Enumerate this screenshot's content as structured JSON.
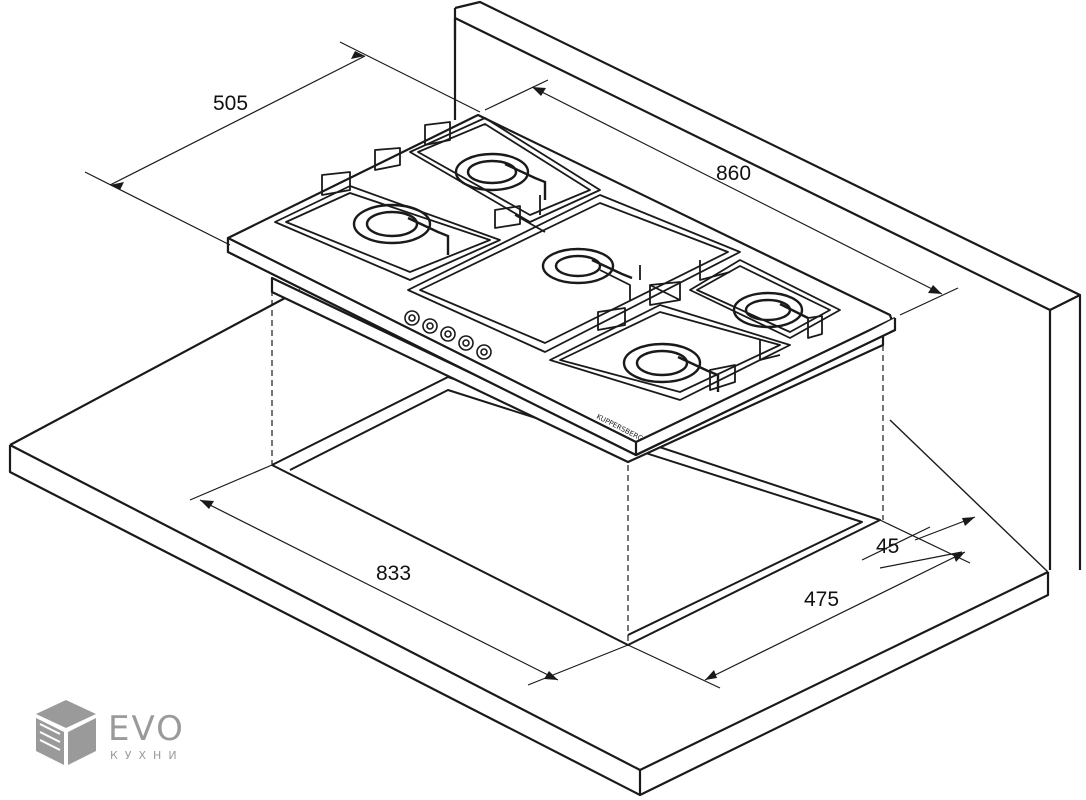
{
  "dimensions": {
    "depth": "505",
    "width": "860",
    "cutout_width": "833",
    "cutout_depth": "475",
    "edge_offset": "45"
  },
  "hob": {
    "brand_label": "KUPPERSBERG",
    "burner_count": 5,
    "knob_count": 5
  },
  "logo": {
    "name": "EVO",
    "subtitle": "КУХНИ",
    "icon": "cube-icon"
  },
  "colors": {
    "line": "#1a1a1a",
    "logo": "#9a9a9a"
  }
}
